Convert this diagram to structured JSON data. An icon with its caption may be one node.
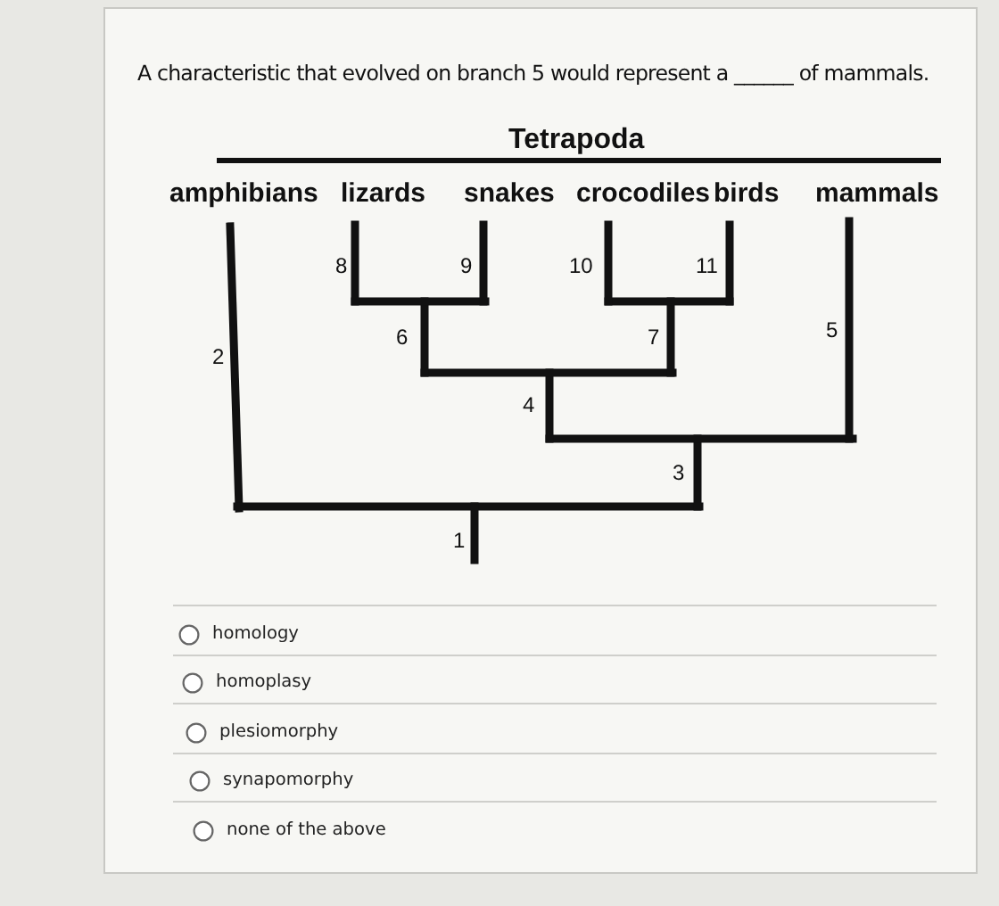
{
  "diagram": {
    "title": "A characteristic that evolved on branch 5 would represent a ______ of mammals.",
    "labels": [
      "Tetrapoda",
      "amphibians",
      "lizards",
      "snakes",
      "crocodiles",
      "birds",
      "mammals",
      "8",
      "9",
      "10",
      "11",
      "6",
      "7",
      "5",
      "2",
      "4",
      "3",
      "1",
      "homology",
      "homoplasy",
      "plesiomorphy",
      "synapomorphy",
      "none of the above"
    ]
  }
}
